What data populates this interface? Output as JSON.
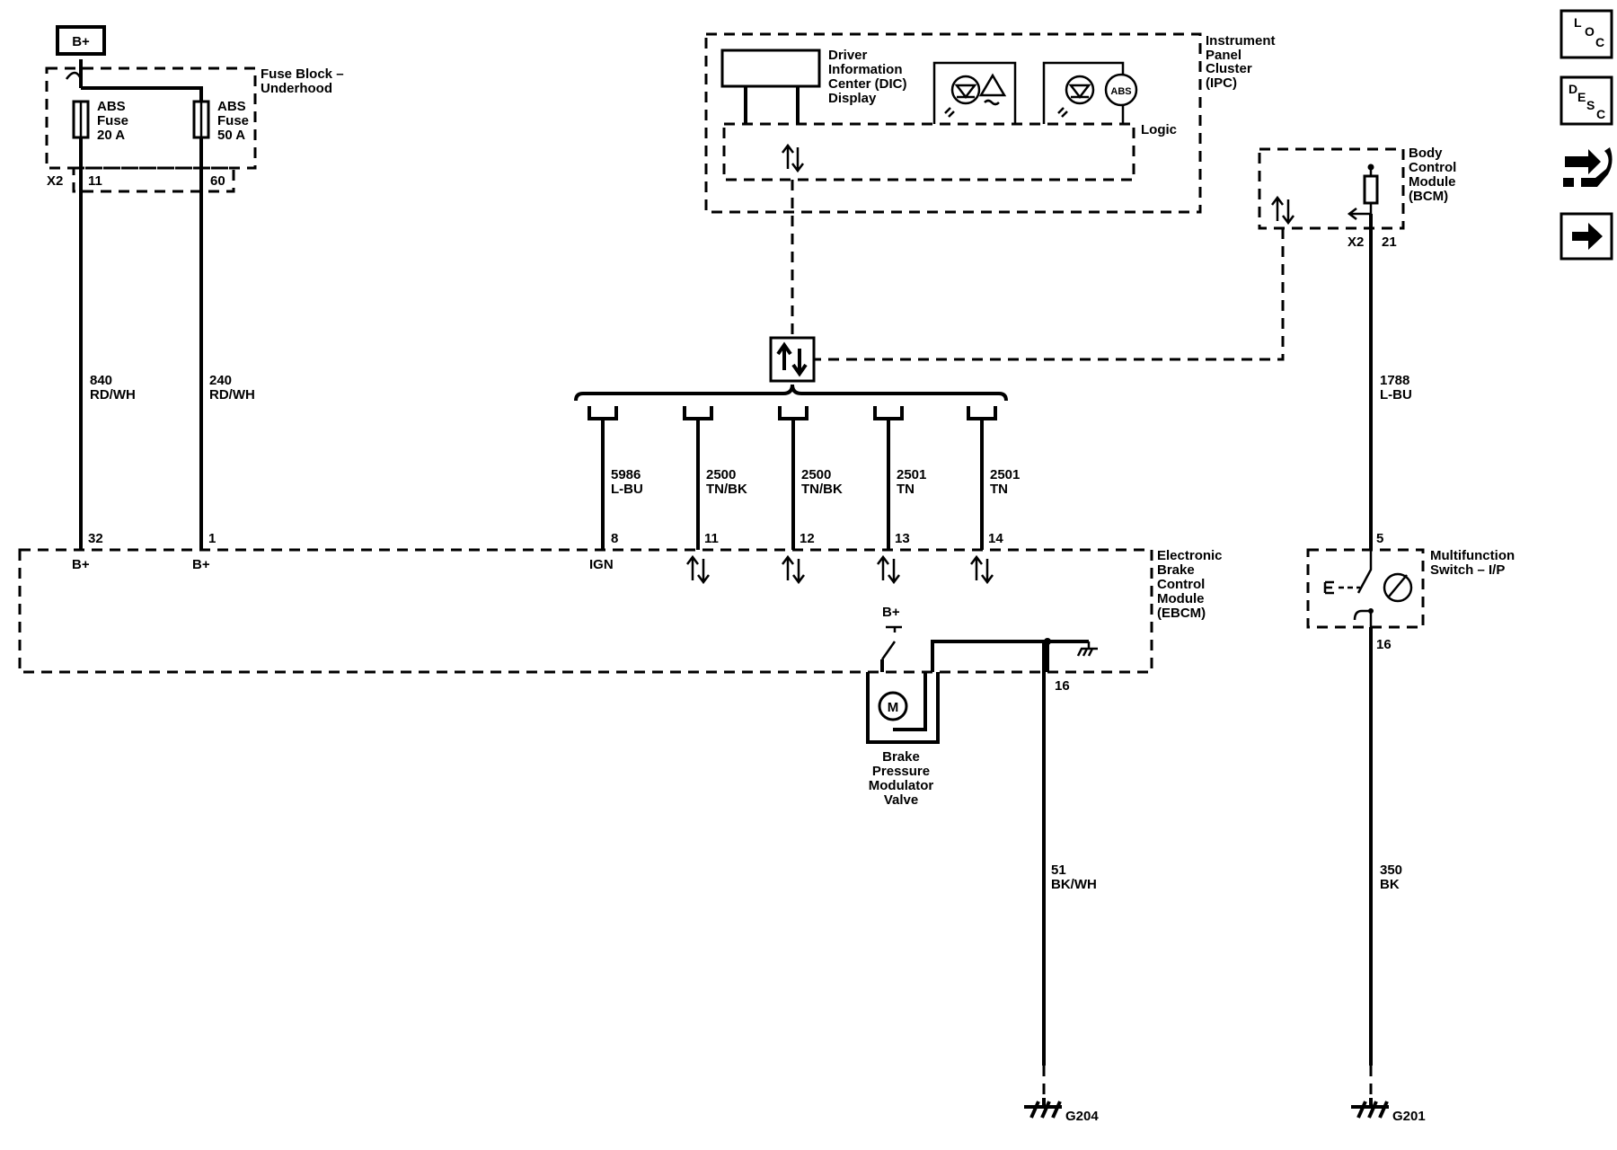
{
  "power_label": "B+",
  "fuse_block": {
    "name_line1": "Fuse Block –",
    "name_line2": "Underhood",
    "connector": "X2",
    "fuses": [
      {
        "line1": "ABS",
        "line2": "Fuse",
        "line3": "20 A",
        "pin": "11"
      },
      {
        "line1": "ABS",
        "line2": "Fuse",
        "line3": "50 A",
        "pin": "60"
      }
    ]
  },
  "ipc": {
    "name": [
      "Instrument",
      "Panel",
      "Cluster",
      "(IPC)"
    ],
    "dic": [
      "Driver",
      "Information",
      "Center (DIC)",
      "Display"
    ],
    "logic": "Logic",
    "abs_indicator": "ABS"
  },
  "bcm": {
    "name": [
      "Body",
      "Control",
      "Module",
      "(BCM)"
    ],
    "connector": "X2",
    "pin": "21"
  },
  "wires": {
    "w840": {
      "circuit": "840",
      "color": "RD/WH",
      "pin": "32",
      "term": "B+"
    },
    "w240": {
      "circuit": "240",
      "color": "RD/WH",
      "pin": "1",
      "term": "B+"
    },
    "w5986": {
      "circuit": "5986",
      "color": "L-BU",
      "pin": "8",
      "term": "IGN"
    },
    "w2500a": {
      "circuit": "2500",
      "color": "TN/BK",
      "pin": "11"
    },
    "w2500b": {
      "circuit": "2500",
      "color": "TN/BK",
      "pin": "12"
    },
    "w2501a": {
      "circuit": "2501",
      "color": "TN",
      "pin": "13"
    },
    "w2501b": {
      "circuit": "2501",
      "color": "TN",
      "pin": "14"
    },
    "w1788": {
      "circuit": "1788",
      "color": "L-BU",
      "pin": "5"
    },
    "w51": {
      "circuit": "51",
      "color": "BK/WH",
      "pin": "16"
    },
    "w350": {
      "circuit": "350",
      "color": "BK",
      "pin": "16"
    }
  },
  "ebcm": {
    "name": [
      "Electronic",
      "Brake",
      "Control",
      "Module",
      "(EBCM)"
    ],
    "internal_b_plus": "B+"
  },
  "valve": {
    "motor": "M",
    "name": [
      "Brake",
      "Pressure",
      "Modulator",
      "Valve"
    ]
  },
  "switch": {
    "name": [
      "Multifunction",
      "Switch – I/P"
    ]
  },
  "grounds": [
    "G204",
    "G201"
  ],
  "nav": {
    "loc": [
      "L",
      "O",
      "C"
    ],
    "desc": [
      "D",
      "E",
      "S",
      "C"
    ]
  }
}
